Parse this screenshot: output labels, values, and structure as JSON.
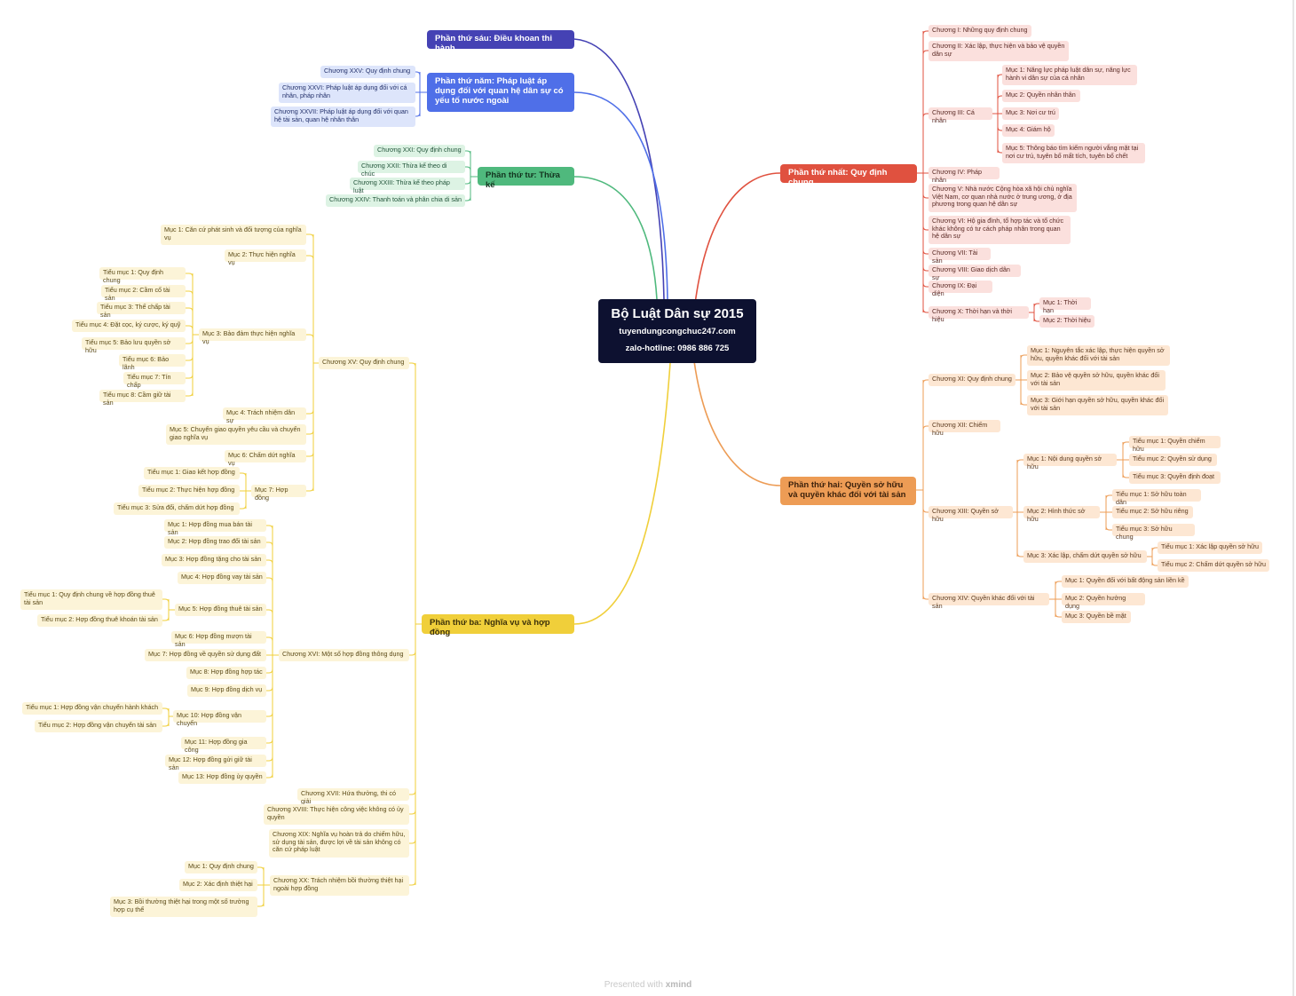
{
  "root": {
    "title": "Bộ Luật Dân sự 2015",
    "site": "tuyendungcongchuc247.com",
    "hotline": "zalo-hotline: 0986 886 725"
  },
  "footer": {
    "prefix": "Presented with",
    "brand": "xmind"
  },
  "colors": {
    "red": "#e0513f",
    "orange": "#ed9c55",
    "yellow": "#f0cf3a",
    "green": "#4fb97d",
    "blue": "#4f6fe8",
    "indigo": "#4542b4",
    "root": "#0d1130"
  },
  "parts": {
    "p6": {
      "label": "Phần thứ sáu: Điều khoan thi hành"
    },
    "p5": {
      "label": "Phần thứ năm: Pháp luật áp dụng đối với quan hệ dân sự có yếu tố nước ngoài",
      "children": [
        "Chương XXV: Quy định chung",
        "Chương XXVI: Pháp luật áp dụng đối với cá nhân, pháp nhân",
        "Chương XXVII: Pháp luật áp dụng đối với quan hệ tài sản, quan hệ nhân thân"
      ]
    },
    "p4": {
      "label": "Phần thứ tư: Thừa kế",
      "children": [
        "Chương XXI: Quy định chung",
        "Chương XXII: Thừa kế theo di chúc",
        "Chương XXIII: Thừa kế theo pháp luật",
        "Chương XXIV: Thanh toán và phân chia di sản"
      ]
    },
    "p1": {
      "label": "Phần thứ nhất: Quy định chung",
      "children": [
        "Chương I: Những quy định chung",
        "Chương II: Xác lập, thực hiện và bảo vệ quyền dân sự",
        "Chương III: Cá nhân",
        "Chương IV: Pháp nhân",
        "Chương V: Nhà nước Cộng hòa xã hội chủ nghĩa Việt Nam, cơ quan nhà nước ở trung ương, ở địa phương trong quan hệ dân sự",
        "Chương VI: Hộ gia đình, tổ hợp tác và tổ chức khác không có tư cách pháp nhân trong quan hệ dân sự",
        "Chương VII: Tài sản",
        "Chương VIII: Giao dịch dân sự",
        "Chương IX: Đại diện",
        "Chương X: Thời hạn và thời hiệu"
      ],
      "ch3": [
        "Mục 1: Năng lực pháp luật dân sự, năng lực hành vi dân sự của cá nhân",
        "Mục 2: Quyền nhân thân",
        "Mục 3: Nơi cư trú",
        "Mục 4: Giám hộ",
        "Mục 5: Thông báo tìm kiếm người vắng mặt tại nơi cư trú, tuyên bố mất tích, tuyên bố chết"
      ],
      "ch10": [
        "Mục 1: Thời hạn",
        "Mục 2: Thời hiệu"
      ]
    },
    "p2": {
      "label": "Phần thứ hai: Quyền sở hữu và quyền khác đối với tài sản",
      "children": [
        "Chương XI: Quy định chung",
        "Chương XII: Chiếm hữu",
        "Chương XIII: Quyền sở hữu",
        "Chương XIV: Quyền khác đối với tài sản"
      ],
      "ch11": [
        "Mục 1: Nguyên tắc xác lập, thực hiện quyền sở hữu, quyền khác đối với tài sản",
        "Mục 2: Bảo vệ quyền sở hữu, quyền khác đối với tài sản",
        "Mục 3: Giới hạn quyền sở hữu, quyền khác đối với tài sản"
      ],
      "ch13": [
        "Mục 1: Nội dung quyền sở hữu",
        "Mục 2: Hình thức sở hữu",
        "Mục 3: Xác lập, chấm dứt quyền sở hữu"
      ],
      "ch13m1": [
        "Tiểu mục 1: Quyền chiếm hữu",
        "Tiểu mục 2: Quyền sử dụng",
        "Tiểu mục 3: Quyền định đoạt"
      ],
      "ch13m2": [
        "Tiểu mục 1: Sở hữu toàn dân",
        "Tiểu mục 2: Sở hữu riêng",
        "Tiểu mục 3: Sở hữu chung"
      ],
      "ch13m3": [
        "Tiểu mục 1: Xác lập quyền sở hữu",
        "Tiểu mục 2: Chấm dứt quyền sở hữu"
      ],
      "ch14": [
        "Mục 1: Quyền đối với bất động sản liền kề",
        "Mục 2: Quyền hưởng dụng",
        "Mục 3: Quyền bề mặt"
      ]
    },
    "p3": {
      "label": "Phần thứ ba: Nghĩa vụ và hợp đồng",
      "children": [
        "Chương XV: Quy định chung",
        "Chương XVI: Một số hợp đồng thông dụng",
        "Chương XVII: Hứa thưởng, thi có giải",
        "Chương XVIII: Thực hiện công việc không có ủy quyền",
        "Chương XIX: Nghĩa vụ hoàn trả do chiếm hữu, sử dụng tài sản, được lợi về tài sản không có căn cứ pháp luật",
        "Chương XX: Trách nhiệm bồi thường thiệt hại ngoài hợp đồng"
      ],
      "ch15": [
        "Mục 1: Căn cứ phát sinh và đối tượng của nghĩa vụ",
        "Mục 2: Thực hiện nghĩa vụ",
        "Mục 3: Bảo đảm thực hiện nghĩa vụ",
        "Mục 4: Trách nhiệm dân sự",
        "Mục 5: Chuyển giao quyền yêu cầu và chuyển giao nghĩa vụ",
        "Mục 6: Chấm dứt nghĩa vụ",
        "Mục 7: Hợp đồng"
      ],
      "ch15m3": [
        "Tiểu mục 1: Quy định chung",
        "Tiểu mục 2: Cầm cố tài sản",
        "Tiểu mục 3: Thế chấp tài sản",
        "Tiểu mục 4: Đặt cọc, ký cược, ký quỹ",
        "Tiểu mục 5: Bảo lưu quyền sở hữu",
        "Tiểu mục 6: Bảo lãnh",
        "Tiểu mục 7: Tín chấp",
        "Tiểu mục 8: Cầm giữ tài sản"
      ],
      "ch15m7": [
        "Tiểu mục 1: Giao kết hợp đồng",
        "Tiểu mục 2: Thực hiện hợp đồng",
        "Tiểu mục 3: Sửa đổi, chấm dứt hợp đồng"
      ],
      "ch16": [
        "Mục 1: Hợp đồng mua bán tài sản",
        "Mục 2: Hợp đồng trao đổi tài sản",
        "Mục 3: Hợp đồng tặng cho tài sản",
        "Mục 4: Hợp đồng vay tài sản",
        "Mục 5: Hợp đồng thuê tài sản",
        "Mục 6: Hợp đồng mượn tài sản",
        "Mục 7: Hợp đồng về quyền sử dụng đất",
        "Mục 8: Hợp đồng hợp tác",
        "Mục 9: Hợp đồng dịch vụ",
        "Mục 10: Hợp đồng vận chuyển",
        "Mục 11: Hợp đồng gia công",
        "Mục 12: Hợp đồng gửi giữ tài sản",
        "Mục 13: Hợp đồng ủy quyền"
      ],
      "ch16m5": [
        "Tiểu mục 1: Quy định chung về hợp đồng thuê tài sản",
        "Tiểu mục 2: Hợp đồng thuê khoán tài sản"
      ],
      "ch16m10": [
        "Tiểu mục 1: Hợp đồng vận chuyển hành khách",
        "Tiểu mục 2: Hợp đồng vận chuyển tài sản"
      ],
      "ch20": [
        "Mục 1: Quy định chung",
        "Mục 2: Xác định thiệt hại",
        "Mục 3: Bồi thường thiệt hại trong một số trường hợp cụ thể"
      ]
    }
  }
}
